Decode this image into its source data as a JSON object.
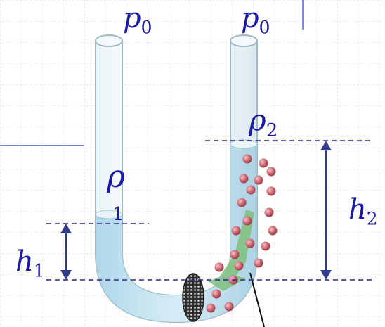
{
  "labels": {
    "p0_left": {
      "symbol": "p",
      "sub": "0"
    },
    "p0_right": {
      "symbol": "p",
      "sub": "0"
    },
    "rho2": {
      "symbol": "ρ",
      "sub": "2"
    },
    "rho1": {
      "symbol": "ρ",
      "sub": "1"
    },
    "h1": {
      "symbol": "h",
      "sub": "1"
    },
    "h2": {
      "symbol": "h",
      "sub": "2"
    }
  },
  "colors": {
    "label": "#1a1aa8",
    "guide": "#2a2a88",
    "arrow": "#303a8c",
    "tube_outline": "#9fb9c4",
    "liquid": "#bfe0ee",
    "particle": "#c9626e",
    "flow_arrow": "#7fbf7a",
    "slide_line": "#4a62d8"
  }
}
